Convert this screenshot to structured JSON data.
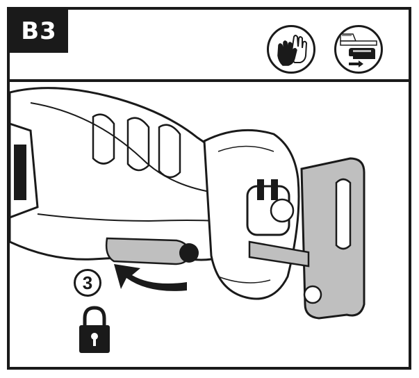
{
  "header": {
    "step_label": "B3"
  },
  "icons": {
    "left": "gloves-icon",
    "right": "battery-remove-icon"
  },
  "illustration": {
    "subject": "reciprocating-saw-blade-clamp",
    "step_number": "3",
    "lock_icon": "padlock-locked-icon",
    "arrow": "curved-arrow-icon"
  },
  "colors": {
    "ink": "#1a1a1a",
    "paper": "#ffffff",
    "shade": "#bfbfbf"
  }
}
